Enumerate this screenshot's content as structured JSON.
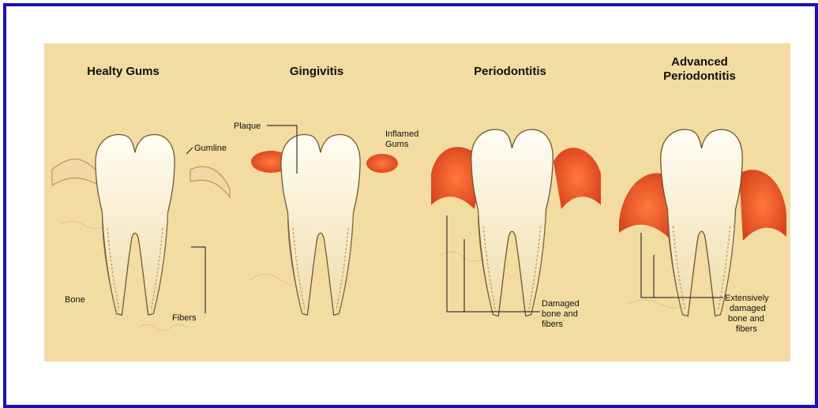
{
  "stages": [
    {
      "title_lines": [
        "Healty Gums"
      ],
      "labels": {
        "top_right": "Gumline",
        "bottom_left": "Bone",
        "bottom_right": "Fibers"
      }
    },
    {
      "title_lines": [
        "Gingivitis"
      ],
      "labels": {
        "top_left": "Plaque",
        "top_right_lines": [
          "Inflamed",
          "Gums"
        ]
      }
    },
    {
      "title_lines": [
        "Periodontitis"
      ],
      "labels": {
        "bottom_right_lines": [
          "Damaged",
          "bone and",
          "fibers"
        ]
      }
    },
    {
      "title_lines": [
        "Advanced",
        "Periodontitis"
      ],
      "labels": {
        "bottom_right_lines": [
          "Extensively",
          "damaged",
          "bone and",
          "fibers"
        ]
      }
    }
  ],
  "colors": {
    "frame": "#1a10b5",
    "background": "#f3dca2",
    "bone": "#ecd49a",
    "gum_inflamed": "#e35a2b",
    "tooth": "#fbf4df"
  }
}
